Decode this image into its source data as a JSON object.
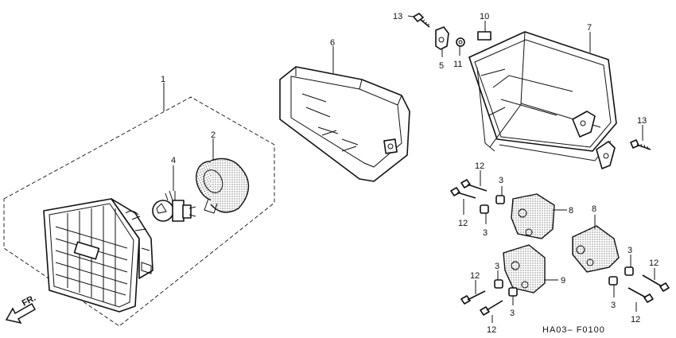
{
  "direction_label": "FR.",
  "drawing_code": "HA03– F0100",
  "callouts": {
    "c1": "1",
    "c2": "2",
    "c4": "4",
    "c6": "6",
    "c13a": "13",
    "c10": "10",
    "c7": "7",
    "c5": "5",
    "c11": "11",
    "c13b": "13",
    "c12a": "12",
    "c3a": "3",
    "c12b": "12",
    "c3b": "3",
    "c8a": "8",
    "c8b": "8",
    "c12c": "12",
    "c3c": "3",
    "c9": "9",
    "c3d": "3",
    "c12d": "12",
    "c3e": "3",
    "c3f": "3",
    "c12e": "12",
    "c12f": "12"
  }
}
